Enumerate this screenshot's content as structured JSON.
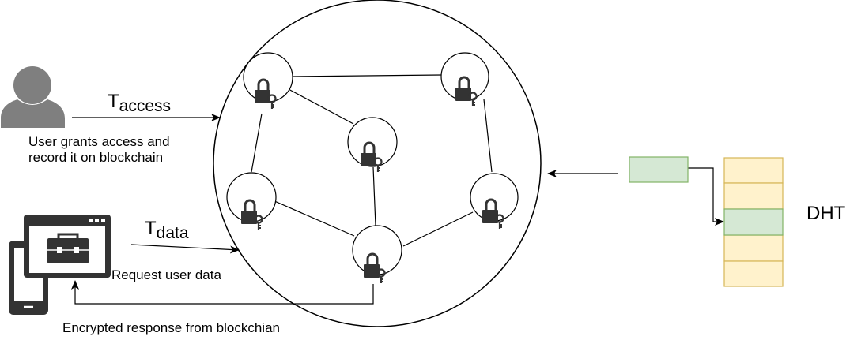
{
  "labels": {
    "t_access_main": "T",
    "t_access_sub": "access",
    "t_data_main": "T",
    "t_data_sub": "data",
    "grant_line1": "User grants access and",
    "grant_line2": "record it on blockchain",
    "request": "Request user data",
    "response": "Encrypted response from blockchian",
    "dht": "DHT"
  },
  "icons": {
    "user": "user-silhouette-icon",
    "app": "app-window-briefcase-icon",
    "phone": "mobile-phone-icon",
    "node": "padlock-key-icon"
  },
  "colors": {
    "stroke": "#000000",
    "icon_gray": "#7f7f7f",
    "icon_dark": "#333333",
    "dht_cell_fill": "#fff2cc",
    "dht_cell_stroke": "#d6b656",
    "dht_highlight_fill": "#d5e8d4",
    "dht_highlight_stroke": "#82b366"
  }
}
